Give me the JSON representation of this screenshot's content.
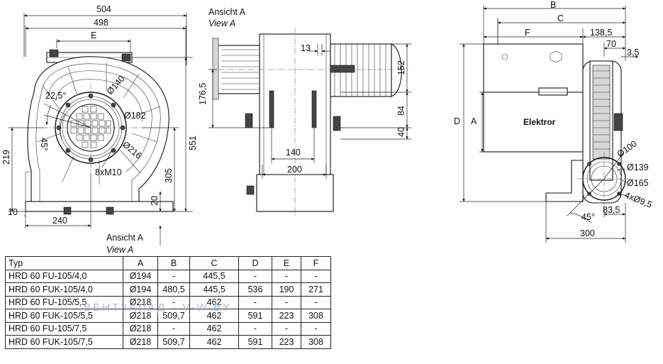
{
  "views": {
    "view_a_title_de": "Ansicht A",
    "view_a_title_en": "View A",
    "view_a_arrow_de": "Ansicht A",
    "view_a_arrow_en": "View A"
  },
  "front_view": {
    "dim_504": "504",
    "dim_498": "498",
    "dim_E": "E",
    "angle_22_5": "22,5°",
    "angle_45": "45°",
    "dia_140": "Ø140",
    "dia_182": "Ø182",
    "dia_216": "Ø216",
    "thread": "8xM10",
    "dim_219": "219",
    "dim_551": "551",
    "dim_305": "305",
    "dim_20": "20",
    "dim_10": "10",
    "dim_240": "240"
  },
  "side_view": {
    "dim_13": "13",
    "dim_176_5": "176,5",
    "dim_152": "152",
    "dim_84": "84",
    "dim_40": "40",
    "dim_140": "140",
    "dim_200": "200"
  },
  "right_view": {
    "dim_B": "B",
    "dim_C": "C",
    "dim_F": "F",
    "dim_138_5": "138,5",
    "dim_70": "70",
    "dim_3_5": "3,5",
    "dim_D": "D",
    "dim_A": "A",
    "brand": "Elektror",
    "dia_100": "Ø100",
    "dia_139": "Ø139",
    "dia_165": "Ø165",
    "holes": "4xØ9,5",
    "dim_83_5": "83,5",
    "angle_45": "45°",
    "dim_300": "300"
  },
  "watermark": "ВЕНТЗАПАД · V-W.BY",
  "table": {
    "headers": [
      "Typ",
      "A",
      "B",
      "C",
      "D",
      "E",
      "F"
    ],
    "rows": [
      [
        "HRD 60 FU-105/4,0",
        "Ø194",
        "-",
        "445,5",
        "-",
        "-",
        "-"
      ],
      [
        "HRD 60 FUK-105/4,0",
        "Ø194",
        "480,5",
        "445,5",
        "536",
        "190",
        "271"
      ],
      [
        "HRD 60 FU-105/5,5",
        "Ø218",
        "-",
        "462",
        "-",
        "-",
        "-"
      ],
      [
        "HRD 60 FUK-105/5,5",
        "Ø218",
        "509,7",
        "462",
        "591",
        "223",
        "308"
      ],
      [
        "HRD 60 FU-105/7,5",
        "Ø218",
        "-",
        "462",
        "-",
        "-",
        "-"
      ],
      [
        "HRD 60 FUK-105/7,5",
        "Ø218",
        "509,7",
        "462",
        "591",
        "223",
        "308"
      ]
    ]
  }
}
